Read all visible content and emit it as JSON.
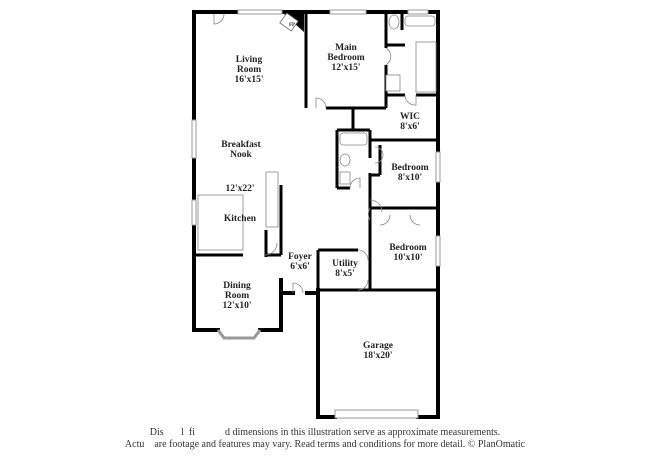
{
  "floorplan": {
    "rooms": [
      {
        "id": "living-room",
        "name": "Living Room",
        "line1": "Living",
        "line2": "Room",
        "dim": "16'x15'"
      },
      {
        "id": "main-bedroom",
        "name": "Main Bedroom",
        "line1": "Main",
        "line2": "Bedroom",
        "dim": "12'x15'"
      },
      {
        "id": "wic",
        "name": "WIC",
        "line1": "WIC",
        "dim": "8'x6'"
      },
      {
        "id": "breakfast-nook",
        "name": "Breakfast Nook",
        "line1": "Breakfast",
        "line2": "Nook"
      },
      {
        "id": "kitchen",
        "name": "Kitchen",
        "line1": "Kitchen",
        "dim_above": "12'x22'"
      },
      {
        "id": "bedroom-2",
        "name": "Bedroom",
        "line1": "Bedroom",
        "dim": "8'x10'"
      },
      {
        "id": "bedroom-3",
        "name": "Bedroom",
        "line1": "Bedroom",
        "dim": "10'x10'"
      },
      {
        "id": "foyer",
        "name": "Foyer",
        "line1": "Foyer",
        "dim": "6'x6'"
      },
      {
        "id": "utility",
        "name": "Utility",
        "line1": "Utility",
        "dim": "8'x5'"
      },
      {
        "id": "dining-room",
        "name": "Dining Room",
        "line1": "Dining",
        "line2": "Room",
        "dim": "12'x10'"
      },
      {
        "id": "garage",
        "name": "Garage",
        "line1": "Garage",
        "dim": "18'x20'"
      }
    ],
    "fireplace_label": "FP"
  },
  "footer": {
    "line1": "Dis       l  fi            d dimensions in this illustration serve as approximate measurements.",
    "line2": "Actu    are footage and features may vary. Read terms and conditions for more detail. © PlanOmatic"
  }
}
